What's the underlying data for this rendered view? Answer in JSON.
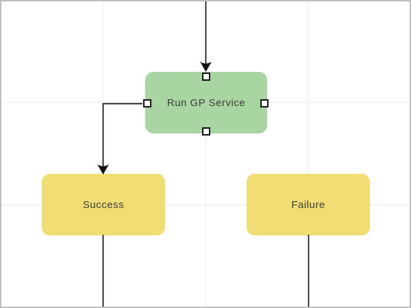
{
  "canvas": {
    "background": "#ffffff",
    "border_color": "#bdbdbd",
    "grid_color": "#ededed",
    "connector_color": "#111111"
  },
  "nodes": {
    "process": {
      "label": "Run GP Service",
      "fill": "#a9d5a2",
      "text_color": "#3c3c3c",
      "selected": true
    },
    "success": {
      "label": "Success",
      "fill": "#f0dd73",
      "text_color": "#3c3c3c",
      "selected": false
    },
    "failure": {
      "label": "Failure",
      "fill": "#f0dd73",
      "text_color": "#3c3c3c",
      "selected": false
    }
  },
  "handles": {
    "fill": "#ffffff",
    "border_color": "#111111",
    "positions": [
      "top",
      "left",
      "right",
      "bottom"
    ]
  },
  "connectors": [
    {
      "from": "offscreen-top",
      "to": "Run GP Service",
      "arrow": true
    },
    {
      "from": "Run GP Service",
      "to": "Success",
      "arrow": true
    },
    {
      "from": "Success",
      "to": "offscreen-bottom",
      "arrow": false
    },
    {
      "from": "Failure",
      "to": "offscreen-bottom",
      "arrow": false
    }
  ]
}
